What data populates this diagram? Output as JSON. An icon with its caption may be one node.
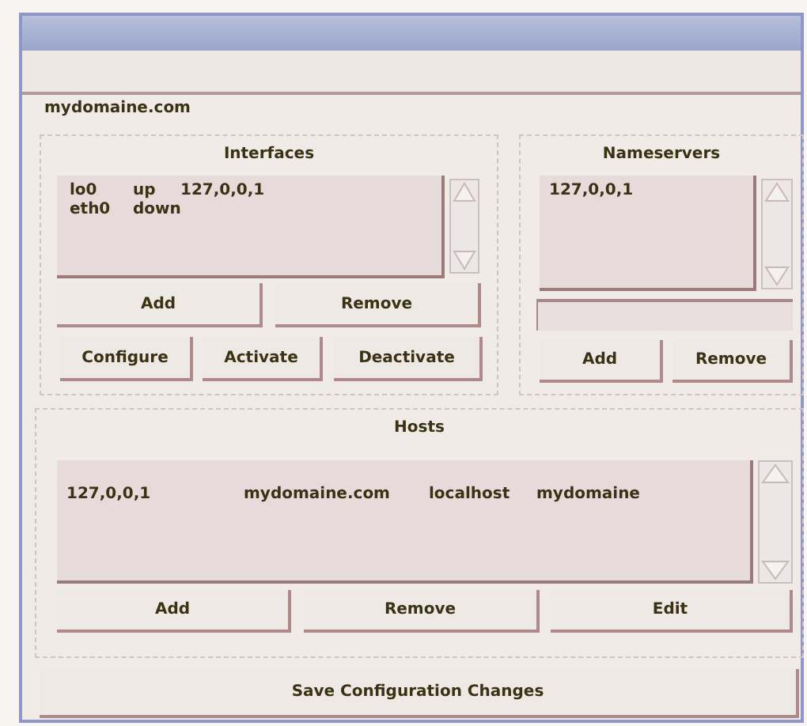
{
  "diagram": {
    "nodes": [
      {
        "text": [
          "Interfaces"
        ]
      },
      {
        "text": [
          "lo0",
          "up",
          "127,0,0,1",
          "eth0",
          "down"
        ],
        "in": 0
      },
      {
        "text": [
          "Add"
        ],
        "in": 0
      },
      {
        "text": [
          "Remove"
        ],
        "in": 0
      },
      {
        "text": [
          "Configure"
        ],
        "in": 0
      },
      {
        "text": [
          "Activate"
        ],
        "in": 0
      },
      {
        "text": [
          "Deactivate"
        ],
        "in": 0
      },
      {
        "text": [
          "Nameservers"
        ]
      },
      {
        "text": [
          "127,0,0,1"
        ],
        "in": 7
      },
      {
        "text": [],
        "shape": "box",
        "in": 7
      },
      {
        "text": [
          "Add"
        ],
        "in": 7
      },
      {
        "text": [
          "Remove"
        ],
        "in": 7
      },
      {
        "text": [
          "Hosts"
        ]
      },
      {
        "text": [
          "127,0,0,1",
          "mydomaine.com",
          "localhost",
          "mydomaine"
        ],
        "in": 12
      },
      {
        "text": [
          "Add"
        ],
        "in": 12
      },
      {
        "text": [
          "Remove"
        ],
        "in": 12
      },
      {
        "text": [
          "Edit"
        ],
        "in": 12
      },
      {
        "text": [
          "Save Configuration Changes"
        ]
      }
    ],
    "labels": [
      "mydomaine.com"
    ]
  }
}
